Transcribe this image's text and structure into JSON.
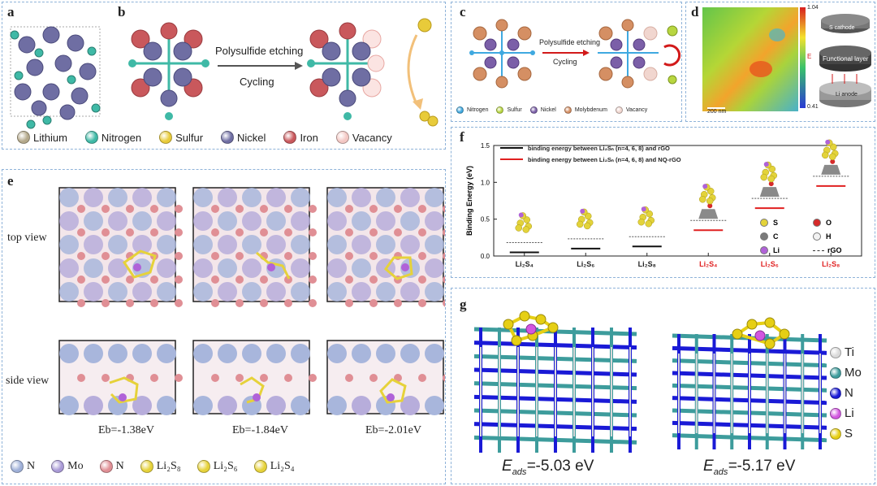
{
  "panel_a": {
    "label": "a"
  },
  "panel_b": {
    "label": "b",
    "arrow_top": "Polysulfide etching",
    "arrow_bottom": "Cycling",
    "legend": [
      {
        "name": "Lithium",
        "color": "#b3a88a"
      },
      {
        "name": "Nitrogen",
        "color": "#3fb9a6"
      },
      {
        "name": "Sulfur",
        "color": "#e8cb3a"
      },
      {
        "name": "Nickel",
        "color": "#6f6ea3"
      },
      {
        "name": "Iron",
        "color": "#c9585c"
      },
      {
        "name": "Vacancy",
        "color": "#f3c7c3"
      }
    ]
  },
  "panel_c": {
    "label": "c",
    "arrow_top": "Polysulfide etching",
    "arrow_bottom": "Cycling",
    "legend": [
      {
        "name": "Nitrogen",
        "color": "#3fa9e0"
      },
      {
        "name": "Sulfur",
        "color": "#b8d640"
      },
      {
        "name": "Nickel",
        "color": "#7b5fa8"
      },
      {
        "name": "Molybdenum",
        "color": "#d58f63"
      },
      {
        "name": "Vacancy",
        "color": "#f1d6cf"
      }
    ]
  },
  "panel_d": {
    "label": "d",
    "scale_max": "1.04",
    "scale_min": "0.41",
    "scale_axis": "E",
    "scale_bar": "200 nm",
    "layer_top": "S cathode",
    "layer_mid": "Functional layer",
    "layer_bottom": "Li anode"
  },
  "panel_e": {
    "label": "e",
    "row_top": "top view",
    "row_side": "side view",
    "energies": [
      "Eb=-1.38eV",
      "Eb=-1.84eV",
      "Eb=-2.01eV"
    ],
    "legend": [
      {
        "sym": "N",
        "color": "#9fb0d8"
      },
      {
        "sym": "Mo",
        "color": "#a99ad6"
      },
      {
        "sym": "N",
        "color": "#e08f95"
      },
      {
        "sym": "Li₂S₈",
        "color": "#e6d23a"
      },
      {
        "sym": "Li₂S₆",
        "color": "#e6d23a"
      },
      {
        "sym": "Li₂S₄",
        "color": "#e6d23a"
      }
    ]
  },
  "panel_f": {
    "label": "f",
    "legend": [
      {
        "text": "binding energy between Li₂Sₙ (n=4, 6, 8) and rGO",
        "color": "#111111"
      },
      {
        "text": "binding energy between Li₂Sₙ (n=4, 6, 8) and NQ-rGO",
        "color": "#e02020"
      }
    ],
    "atom_legend": [
      {
        "sym": "S",
        "color": "#e3d33a"
      },
      {
        "sym": "O",
        "color": "#d62a2a"
      },
      {
        "sym": "C",
        "color": "#7a7a7a"
      },
      {
        "sym": "H",
        "color": "#f2f2f2"
      },
      {
        "sym": "Li",
        "color": "#b062d8"
      },
      {
        "sym": "rGO",
        "color": "#333333"
      }
    ]
  },
  "chart_data": {
    "type": "bar",
    "ylabel": "Binding Energy (eV)",
    "ylim": [
      0,
      1.5
    ],
    "yticks": [
      "0.0",
      "0.5",
      "1.0",
      "1.5"
    ],
    "categories": [
      "Li₂S₄",
      "Li₂S₆",
      "Li₂S₈",
      "Li₂S₄",
      "Li₂S₆",
      "Li₂S₈"
    ],
    "series": [
      {
        "name": "binding energy between Li₂Sₙ (n=4, 6, 8) and rGO",
        "color": "#111111",
        "values": [
          0.05,
          0.1,
          0.13,
          null,
          null,
          null
        ]
      },
      {
        "name": "binding energy between Li₂Sₙ (n=4, 6, 8) and NQ-rGO",
        "color": "#e02020",
        "values": [
          null,
          null,
          null,
          0.35,
          0.65,
          0.95
        ]
      }
    ]
  },
  "panel_g": {
    "label": "g",
    "legend": [
      {
        "sym": "Ti",
        "color": "#d9d9d9"
      },
      {
        "sym": "Mo",
        "color": "#3d9c9c"
      },
      {
        "sym": "N",
        "color": "#1a1ad6"
      },
      {
        "sym": "Li",
        "color": "#d257e0"
      },
      {
        "sym": "S",
        "color": "#e6cf14"
      }
    ],
    "energies": [
      "-5.03 eV",
      "-5.17 eV"
    ]
  }
}
